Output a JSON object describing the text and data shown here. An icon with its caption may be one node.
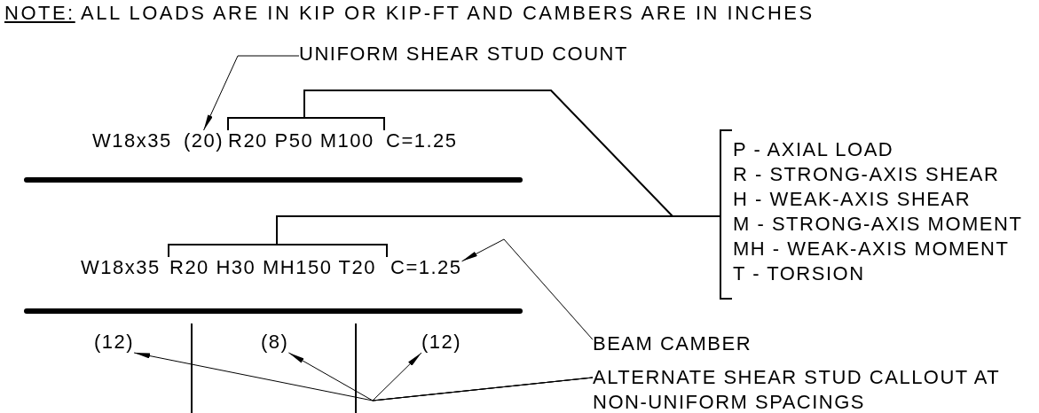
{
  "diagram": {
    "nodes": [
      {
        "text": [
          "UNIFORM SHEAR STUD COUNT"
        ]
      },
      {
        "text": [
          "(20)"
        ]
      },
      {
        "text": [],
        "shape": "bracket",
        "beside": [
          "R20 P50 M100"
        ]
      },
      {
        "text": [],
        "shape": "bracket",
        "beside": [
          "P - AXIAL LOAD",
          "R - STRONG-AXIS SHEAR",
          "H - WEAK-AXIS SHEAR",
          "M - STRONG-AXIS MOMENT",
          "MH - WEAK-AXIS MOMENT",
          "T - TORSION"
        ]
      },
      {
        "text": [],
        "shape": "bracket",
        "beside": [
          "R20 H30 MH150 T20"
        ]
      },
      {
        "text": [
          "C=1.25"
        ]
      },
      {
        "text": [
          "BEAM CAMBER"
        ]
      },
      {
        "text": [
          "(12)"
        ]
      },
      {
        "text": [
          "(8)"
        ]
      },
      {
        "text": [
          "(12)"
        ]
      },
      {
        "text": [
          "ALTERNATE SHEAR STUD CALLOUT AT NON-UNIFORM SPACINGS"
        ]
      }
    ],
    "edges": [
      {
        "from": 0,
        "to": 1,
        "arrow": "to"
      },
      {
        "from": 3,
        "to": 2,
        "arrow": "none"
      },
      {
        "from": 3,
        "to": 4,
        "arrow": "none"
      },
      {
        "from": 6,
        "to": 5,
        "arrow": "to"
      },
      {
        "from": 10,
        "to": 7,
        "arrow": "to"
      },
      {
        "from": 10,
        "to": 8,
        "arrow": "to"
      },
      {
        "from": 10,
        "to": 9,
        "arrow": "to"
      }
    ],
    "labels": [
      "NOTE:",
      "ALL LOADS ARE IN KIP OR KIP-FT AND CAMBERS ARE IN INCHES",
      "W18x35",
      "C=1.25",
      "W18x35"
    ]
  }
}
